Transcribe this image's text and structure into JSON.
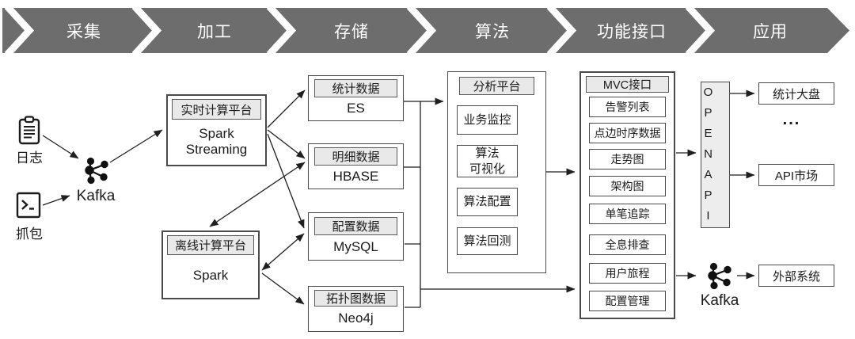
{
  "banner": {
    "stages": [
      "采集",
      "加工",
      "存储",
      "算法",
      "功能接口",
      "应用"
    ]
  },
  "sources": {
    "log": "日志",
    "capture": "抓包",
    "kafka": "Kafka"
  },
  "compute": {
    "realtime": {
      "title": "实时计算平台",
      "body": "Spark\nStreaming"
    },
    "offline": {
      "title": "离线计算平台",
      "body": "Spark"
    }
  },
  "storage": {
    "es": {
      "title": "统计数据",
      "body": "ES"
    },
    "hbase": {
      "title": "明细数据",
      "body": "HBASE"
    },
    "mysql": {
      "title": "配置数据",
      "body": "MySQL"
    },
    "neo4j": {
      "title": "拓扑图数据",
      "body": "Neo4j"
    }
  },
  "analysis": {
    "title": "分析平台",
    "steps": [
      "业务监控",
      "算法\n可视化",
      "算法配置",
      "算法回测"
    ]
  },
  "interface": {
    "title": "MVC接口",
    "items": [
      "告警列表",
      "点边时序数据",
      "走势图",
      "架构图",
      "单笔追踪",
      "全息排查",
      "用户旅程",
      "配置管理"
    ]
  },
  "output": {
    "openapi": "OPENAPI",
    "kafka": "Kafka"
  },
  "apps": {
    "dashboard": "统计大盘",
    "ellipsis": "...",
    "api_market": "API市场",
    "external": "外部系统"
  },
  "colors": {
    "banner_gray": "#6d6d6d",
    "box_border": "#4a4a4a",
    "header_fill": "#e9e9e9",
    "arrow": "#1f1f1f"
  }
}
